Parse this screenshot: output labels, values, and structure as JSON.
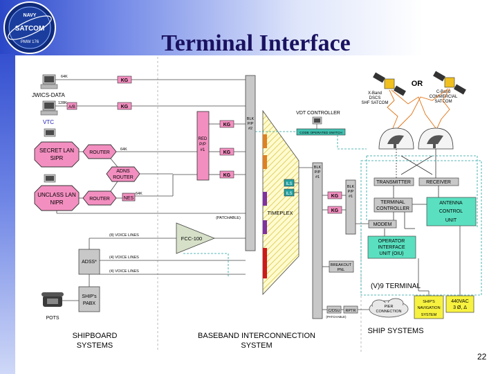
{
  "slide": {
    "title": "Terminal Interface",
    "page_number": "22",
    "logo": {
      "top": "NAVY",
      "main": "SATCOM",
      "bottom": "PMW 176"
    }
  },
  "diagram": {
    "sources": {
      "jwics": "JWICS-DATA",
      "vtc": "VTC",
      "secret_lan": [
        "SECRET LAN",
        "SIPR"
      ],
      "unclass_lan": [
        "UNCLASS LAN",
        "NIPR"
      ],
      "router": "ROUTER",
      "adns_router": [
        "ADNS",
        "ROUTER"
      ],
      "nes": "NES",
      "adss": "ADSS*",
      "pabx": [
        "SHIP's",
        "PABX"
      ],
      "pots": "POTS"
    },
    "rates": {
      "r64k_a": "64K",
      "r128k": "128K",
      "r64k_b": "64K",
      "r64k_c": "64K",
      "ab": "A/B"
    },
    "kg": "KG",
    "red_pp": [
      "RED",
      "P/P",
      "#1"
    ],
    "blk_pp2": [
      "BLK",
      "P/P",
      "#2"
    ],
    "blk_pp1a": [
      "BLK",
      "P/P",
      "#1"
    ],
    "blk_pp1b": [
      "BLK",
      "P/P",
      "#1"
    ],
    "vdt_controller": "VDT CONTROLLER",
    "code_switch": "CODE OPERATED SWITCH",
    "timeplex": "TIMEPLEX",
    "ils": "ILS",
    "patchable": "(PATCHABLE)",
    "fcc100": "FCC-100",
    "voice_lines": {
      "v8": "(8) VOICE LINES",
      "v4a": "(4) VOICE LINES",
      "v4b": "(4) VOICE LINES"
    },
    "breakout": [
      "BREAKOUT",
      "PNL"
    ],
    "cdsu": "C/DSU",
    "rptr": "RPTR",
    "patchable_small": "(PATCHABLE)",
    "pier": [
      "PIER",
      "CONNECTION"
    ],
    "satellites": {
      "or": "OR",
      "xband": [
        "X-Band",
        "DSCS",
        "SHF SATCOM"
      ],
      "cband": [
        "C-Band",
        "COMMERCIAL",
        "SATCOM"
      ]
    },
    "transmitter": "TRANSMITTER",
    "receiver": "RECEIVER",
    "terminal_controller": [
      "TERMINAL",
      "CONTROLLER"
    ],
    "antenna_control": [
      "ANTENNA",
      "CONTROL",
      "UNIT"
    ],
    "modem": "MODEM",
    "oiu": [
      "OPERATOR",
      "INTERFACE",
      "UNIT (OIU)"
    ],
    "v9_terminal": "(V)9 TERMINAL",
    "ships_nav": [
      "SHIP'S",
      "NAVIGATION",
      "SYSTEM"
    ],
    "power": [
      "440VAC",
      "3 Ø, Δ"
    ],
    "sections": {
      "shipboard": [
        "SHIPBOARD",
        "SYSTEMS"
      ],
      "baseband": [
        "BASEBAND INTERCONNECTION",
        "SYSTEM"
      ],
      "ship_systems": "SHIP SYSTEMS"
    }
  }
}
